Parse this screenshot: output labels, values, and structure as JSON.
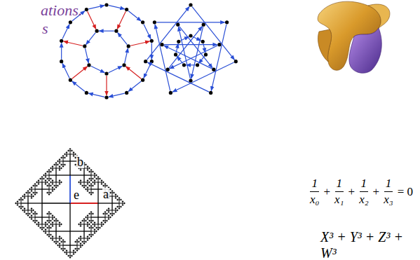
{
  "diagram": {
    "labels": [
      "ations.",
      "s",
      "b",
      "e",
      "a",
      "1",
      "x₀",
      "+",
      "1",
      "x₁",
      "+",
      "1",
      "x₂",
      "+",
      "1",
      "x₃",
      "= 0",
      "X³ + Y³ + Z³ + W³"
    ]
  }
}
